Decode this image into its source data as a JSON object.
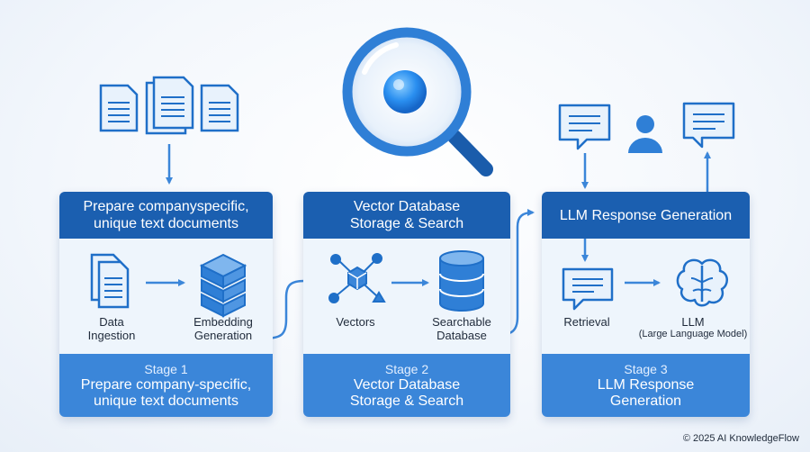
{
  "stages": [
    {
      "header_line1": "Prepare companyspecific,",
      "header_line2": "unique text documents",
      "footer_stage": "Stage 1",
      "footer_line1": "Prepare company-specific,",
      "footer_line2": "unique text documents",
      "items": [
        {
          "line1": "Data",
          "line2": "Ingestion",
          "icon": "documents-icon"
        },
        {
          "line1": "Embedding",
          "line2": "Generation",
          "icon": "cube-stack-icon"
        }
      ]
    },
    {
      "header_line1": "Vector Database",
      "header_line2": "Storage & Search",
      "footer_stage": "Stage 2",
      "footer_line1": "Vector Database",
      "footer_line2": "Storage & Search",
      "items": [
        {
          "line1": "Vectors",
          "line2": "",
          "icon": "vector-network-icon"
        },
        {
          "line1": "Searchable",
          "line2": "Database",
          "icon": "database-icon"
        }
      ]
    },
    {
      "header_line1": "LLM Response Generation",
      "header_line2": "",
      "footer_stage": "Stage 3",
      "footer_line1": "LLM Response",
      "footer_line2": "Generation",
      "items": [
        {
          "line1": "Retrieval",
          "line2": "",
          "icon": "chat-bubble-icon"
        },
        {
          "line1": "LLM",
          "line2": "(Large Language Model)",
          "icon": "brain-icon"
        }
      ]
    }
  ],
  "top_icons": [
    "document-icon",
    "magnifier-icon",
    "chat-bubble-icon",
    "user-icon",
    "chat-bubble-icon"
  ],
  "copyright": "© 2025 AI KnowledgeFlow",
  "colors": {
    "header_blue": "#1b5fb0",
    "footer_blue": "#3b86d9",
    "body_bg": "#eef5fc",
    "arrow_blue": "#3b86d9",
    "icon_blue": "#2f7fd6"
  }
}
